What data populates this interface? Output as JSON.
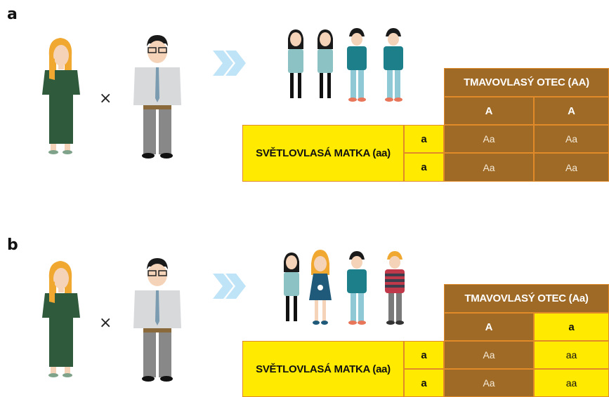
{
  "panels": [
    {
      "label": "a",
      "cross_symbol": "×",
      "father_header": "TMAVOVLASÝ OTEC (AA)",
      "father_alleles": [
        "A",
        "A"
      ],
      "mother_header": "SVĚTLOVLASÁ MATKA (aa)",
      "mother_alleles": [
        "a",
        "a"
      ],
      "genotypes": [
        [
          "Aa",
          "Aa"
        ],
        [
          "Aa",
          "Aa"
        ]
      ],
      "children": [
        "dark-haired girl",
        "dark-haired girl",
        "dark-haired boy",
        "dark-haired boy"
      ]
    },
    {
      "label": "b",
      "cross_symbol": "×",
      "father_header": "TMAVOVLASÝ OTEC (Aa)",
      "father_alleles": [
        "A",
        "a"
      ],
      "mother_header": "SVĚTLOVLASÁ MATKA (aa)",
      "mother_alleles": [
        "a",
        "a"
      ],
      "genotypes": [
        [
          "Aa",
          "aa"
        ],
        [
          "Aa",
          "aa"
        ]
      ],
      "children": [
        "dark-haired girl",
        "blonde girl",
        "dark-haired boy",
        "blonde boy"
      ]
    }
  ],
  "colors": {
    "dominant_cell": "#9e6a26",
    "recessive_cell": "#ffea00",
    "cell_border": "#e08a2a",
    "arrow": "#bfe3f7",
    "dark_hair": "#1a1a1a",
    "blonde_hair": "#f0a830",
    "mother_dress": "#2f5a3c",
    "father_shirt": "#d7d9db"
  }
}
